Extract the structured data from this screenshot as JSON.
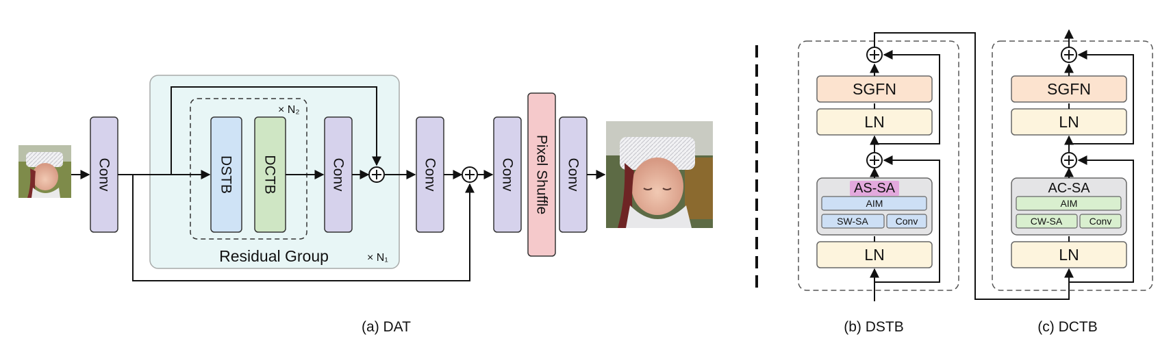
{
  "dat": {
    "input_image_alt": "input low-resolution portrait",
    "output_image_alt": "output high-resolution portrait",
    "conv_label": "Conv",
    "dstb_label": "DSTB",
    "dctb_label": "DCTB",
    "pixel_shuffle_label": "Pixel Shuffle",
    "residual_group_label": "Residual Group",
    "n1_label": "× N₁",
    "n2_label": "× N₂",
    "caption": "(a) DAT"
  },
  "dstb": {
    "sgfn_label": "SGFN",
    "ln_label": "LN",
    "attn_title": "AS-SA",
    "aim_label": "AIM",
    "sub_attn_label": "SW-SA",
    "conv_label": "Conv",
    "caption": "(b) DSTB"
  },
  "dctb": {
    "sgfn_label": "SGFN",
    "ln_label": "LN",
    "attn_title": "AC-SA",
    "aim_label": "AIM",
    "sub_attn_label": "CW-SA",
    "conv_label": "Conv",
    "caption": "(c) DCTB"
  },
  "colors": {
    "conv_fill": "#d6d2ec",
    "dstb_fill": "#cfe3f6",
    "dctb_fill": "#cfe6c4",
    "pixel_shuffle_fill": "#f5c9cb",
    "residual_group_fill": "#e8f6f6",
    "sgfn_fill": "#fce3cf",
    "ln_fill": "#fdf4dd",
    "attn_block_fill": "#e4e4e6",
    "as_sa_highlight": "#e3a9dd",
    "aim_dstb_fill": "#cddff5",
    "aim_dctb_fill": "#d9efcf"
  }
}
